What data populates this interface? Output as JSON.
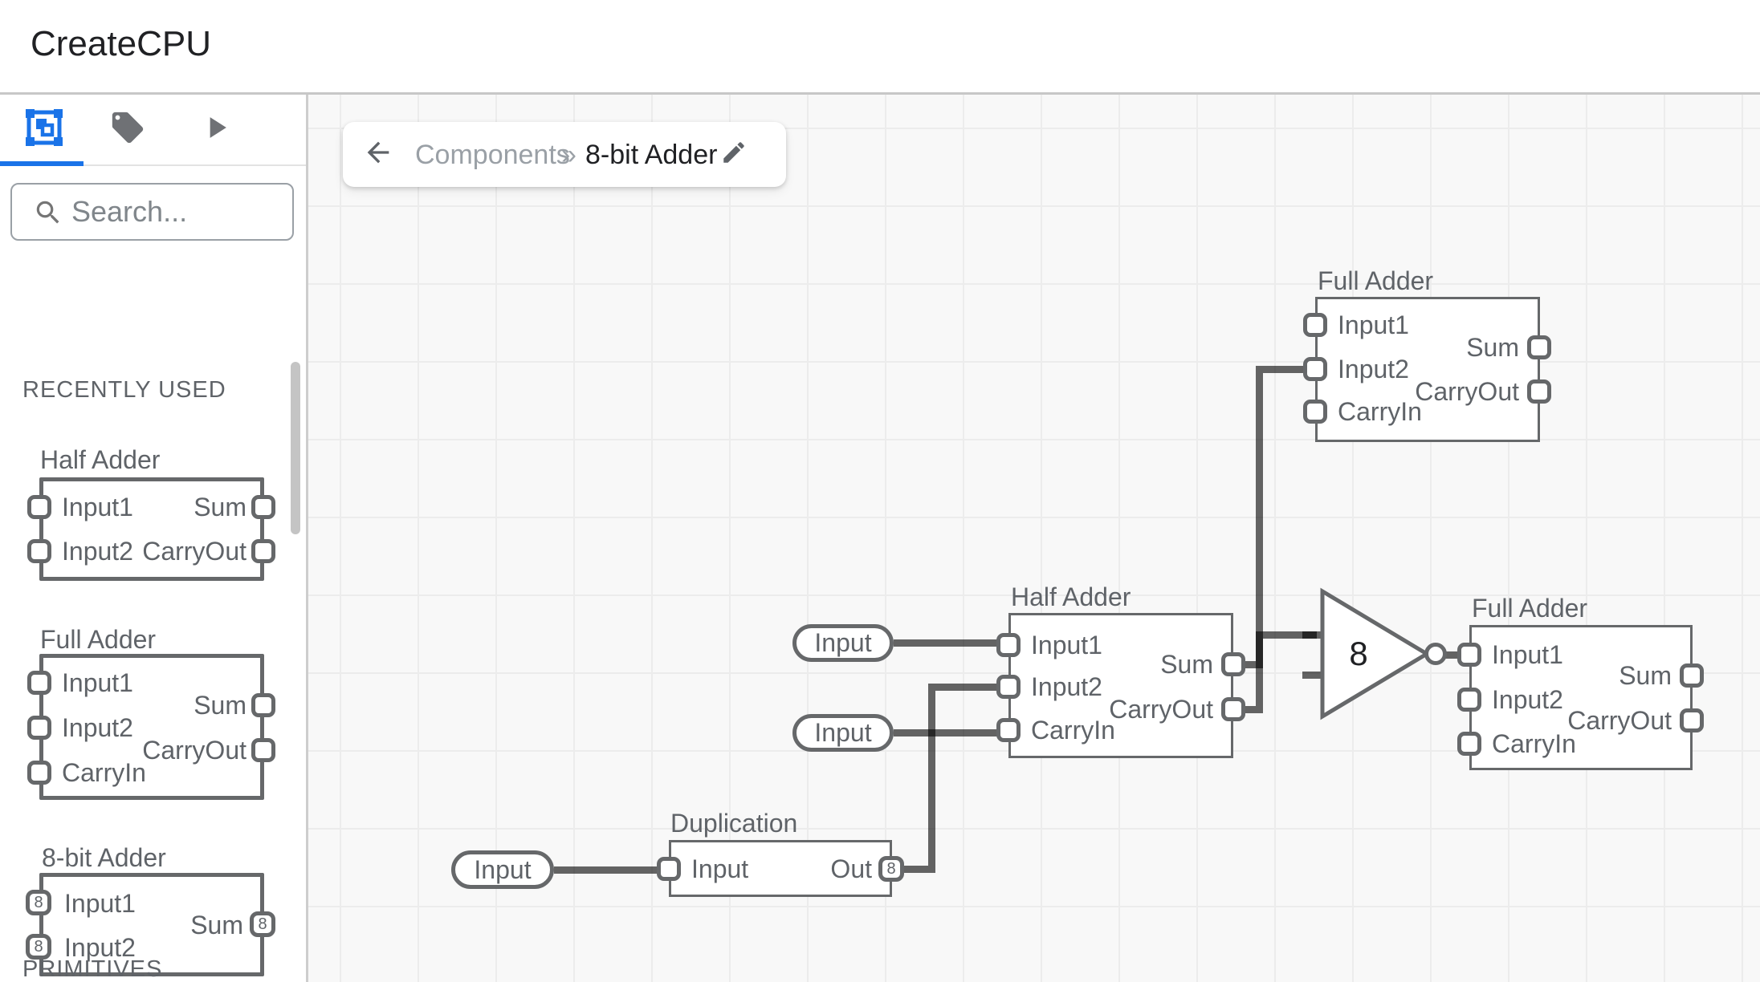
{
  "header": {
    "title": "CreateCPU"
  },
  "sidebar": {
    "tabs": [
      {
        "name": "components",
        "icon": "components-icon",
        "active": true
      },
      {
        "name": "tags",
        "icon": "tag-icon",
        "active": false
      },
      {
        "name": "run",
        "icon": "play-icon",
        "active": false
      }
    ],
    "search": {
      "placeholder": "Search..."
    },
    "sections": {
      "recently_used": "RECENTLY USED",
      "primitives": "PRIMITIVES"
    },
    "items": [
      {
        "title": "Half Adder",
        "left_ports": [
          {
            "label": "Input1"
          },
          {
            "label": "Input2"
          }
        ],
        "right_ports": [
          {
            "label": "Sum"
          },
          {
            "label": "CarryOut"
          }
        ]
      },
      {
        "title": "Full Adder",
        "left_ports": [
          {
            "label": "Input1"
          },
          {
            "label": "Input2"
          },
          {
            "label": "CarryIn"
          }
        ],
        "right_ports": [
          {
            "label": "Sum"
          },
          {
            "label": "CarryOut"
          }
        ]
      },
      {
        "title": "8-bit Adder",
        "left_ports": [
          {
            "label": "Input1",
            "bus": "8"
          },
          {
            "label": "Input2",
            "bus": "8"
          }
        ],
        "right_ports": [
          {
            "label": "Sum",
            "bus": "8"
          }
        ]
      }
    ]
  },
  "breadcrumb": {
    "parent": "Components",
    "separator": "»",
    "current": "8-bit Adder"
  },
  "canvas": {
    "components": [
      {
        "title": "Full Adder",
        "left_ports": [
          {
            "label": "Input1"
          },
          {
            "label": "Input2"
          },
          {
            "label": "CarryIn"
          }
        ],
        "right_ports": [
          {
            "label": "Sum"
          },
          {
            "label": "CarryOut"
          }
        ]
      },
      {
        "title": "Half Adder",
        "left_ports": [
          {
            "label": "Input1"
          },
          {
            "label": "Input2"
          },
          {
            "label": "CarryIn"
          }
        ],
        "right_ports": [
          {
            "label": "Sum"
          },
          {
            "label": "CarryOut"
          }
        ]
      },
      {
        "title": "Full Adder",
        "left_ports": [
          {
            "label": "Input1"
          },
          {
            "label": "Input2"
          },
          {
            "label": "CarryIn"
          }
        ],
        "right_ports": [
          {
            "label": "Sum"
          },
          {
            "label": "CarryOut"
          }
        ]
      },
      {
        "title": "Duplication",
        "left_ports": [
          {
            "label": "Input"
          }
        ],
        "right_ports": [
          {
            "label": "Out",
            "bus": "8"
          }
        ]
      }
    ],
    "inputs": [
      {
        "label": "Input"
      },
      {
        "label": "Input"
      },
      {
        "label": "Input"
      }
    ],
    "gate": {
      "label": "8"
    }
  },
  "colors": {
    "accent": "#1a73e8",
    "wire": "#5f6368"
  }
}
